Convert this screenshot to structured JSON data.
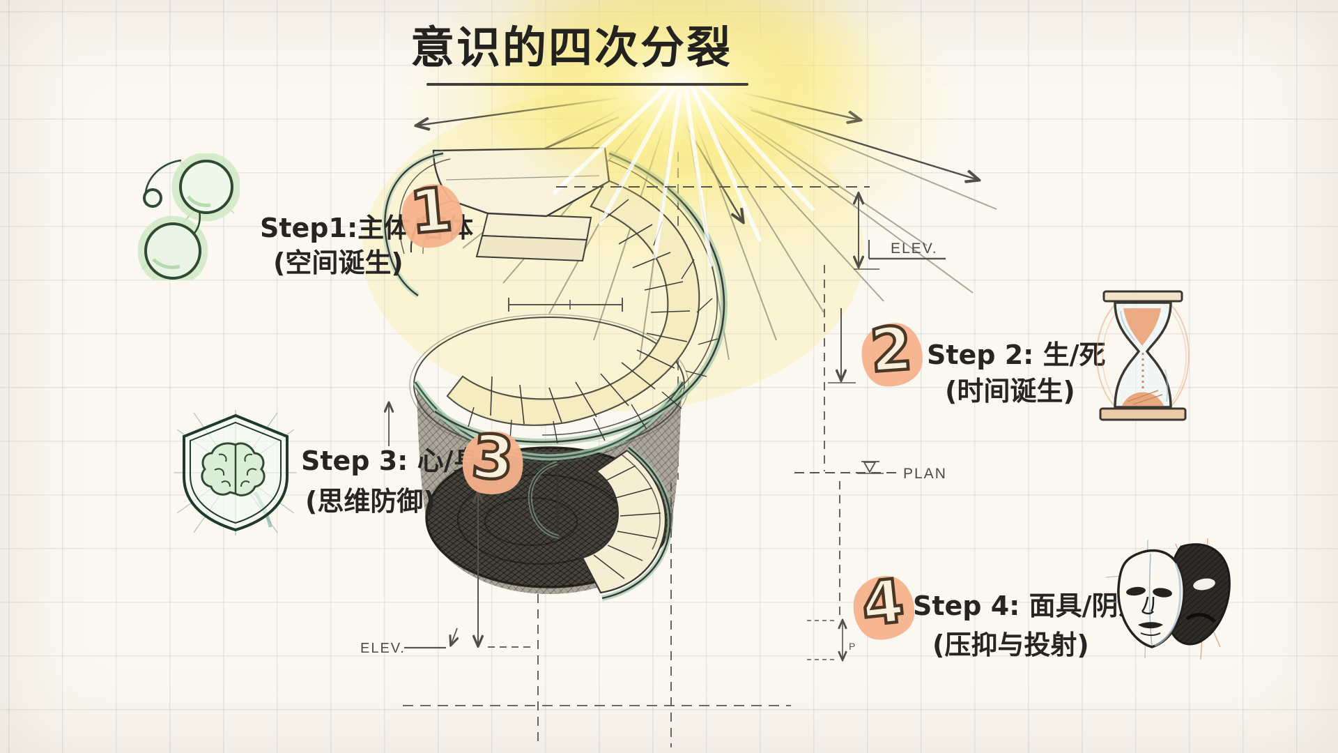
{
  "title": {
    "text": "意识的四次分裂"
  },
  "steps": [
    {
      "number": "1",
      "line1": "Step1:主体/客体",
      "line2": "(空间诞生)",
      "icon": "cell-division-icon"
    },
    {
      "number": "2",
      "line1": "Step 2: 生/死",
      "line2": "(时间诞生)",
      "icon": "hourglass-icon"
    },
    {
      "number": "3",
      "line1": "Step 3: 心/身",
      "line2": "(思维防御)",
      "icon": "shield-brain-icon"
    },
    {
      "number": "4",
      "line1": "Step 4: 面具/阴影",
      "line2": "(压抑与投射)",
      "icon": "masks-icon"
    }
  ],
  "annotations": {
    "elev_right": "ELEV.",
    "plan": "PLAN",
    "elev_left": "ELEV.",
    "p_label": "P"
  },
  "colors": {
    "paper": "#fbf8f1",
    "grid": "#7d8ca5",
    "ink": "#3c3b37",
    "accent_orange": "#f5b28c",
    "number_outline": "#4a3624",
    "green_dark": "#2f4a33",
    "green_light": "#d9edd3",
    "rail_green": "#9fc7a8",
    "sand_orange": "#eba77e",
    "sun_glow": "#f9e96e",
    "base_dark": "#46423c"
  },
  "icons": [
    "cell-division-icon",
    "hourglass-icon",
    "shield-brain-icon",
    "masks-icon"
  ]
}
